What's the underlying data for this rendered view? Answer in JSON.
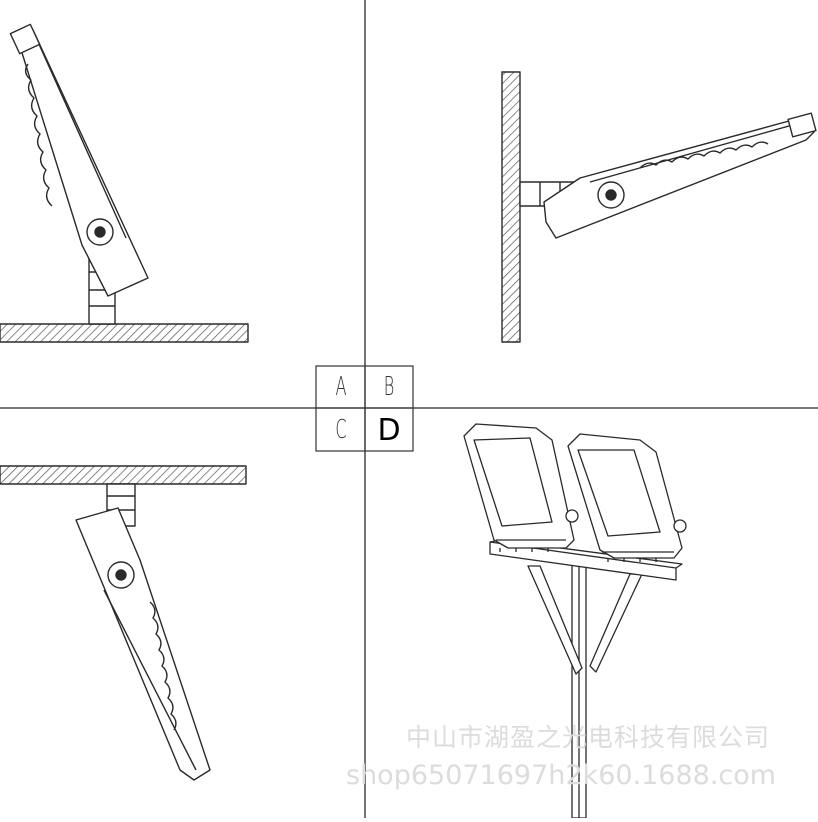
{
  "quadrant_labels": {
    "a": "A",
    "b": "B",
    "c": "C",
    "d": "D"
  },
  "watermark": {
    "company": "中山市湖盈之光电科技有限公司",
    "url": "shop65071697h2k60.1688.com"
  },
  "colors": {
    "line": "#2a2a2a",
    "hatch": "#555555",
    "watermark": "#dcdcdc"
  }
}
